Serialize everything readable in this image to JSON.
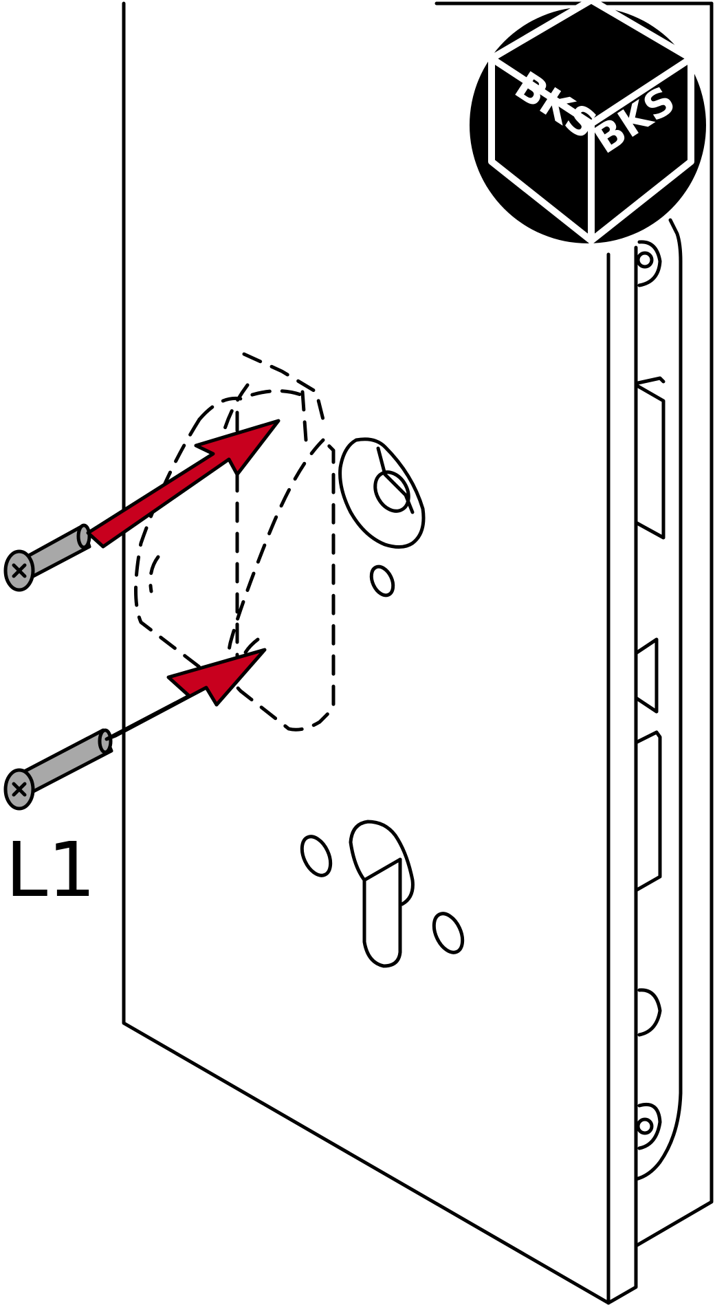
{
  "logo": {
    "left_text": "BKS",
    "right_text": "BKS"
  },
  "step_label": "L1",
  "colors": {
    "arrow": "#c8001e",
    "screw": "#a8a8a8",
    "outline": "#000000",
    "background": "#ffffff"
  },
  "icons": [
    "bks-logo-icon",
    "door-icon",
    "mortise-lock-icon",
    "screw-icon",
    "arrow-icon",
    "escutcheon-icon"
  ]
}
